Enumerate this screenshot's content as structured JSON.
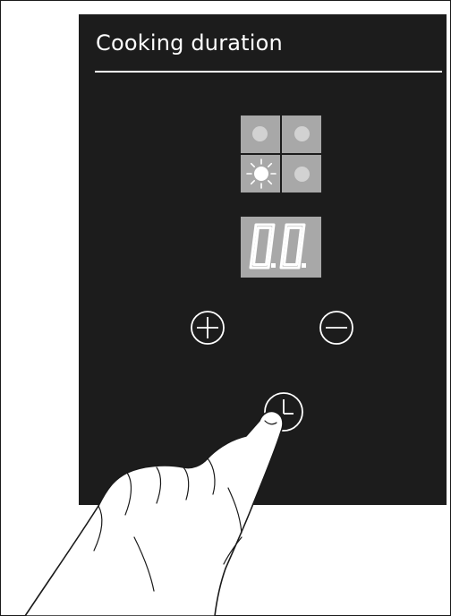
{
  "panel": {
    "title": "Cooking duration",
    "background_color": "#1c1c1c",
    "accent_color": "#ffffff"
  },
  "zone_indicator": {
    "zones": [
      "top-left",
      "top-right",
      "bottom-left",
      "bottom-right"
    ],
    "active_zone": "bottom-left",
    "active_icon": "sun-icon"
  },
  "display": {
    "value": "0.0.",
    "background_color": "#a8a8a8"
  },
  "controls": {
    "plus_icon": "plus-icon",
    "minus_icon": "minus-icon",
    "timer_icon": "timer-icon"
  }
}
